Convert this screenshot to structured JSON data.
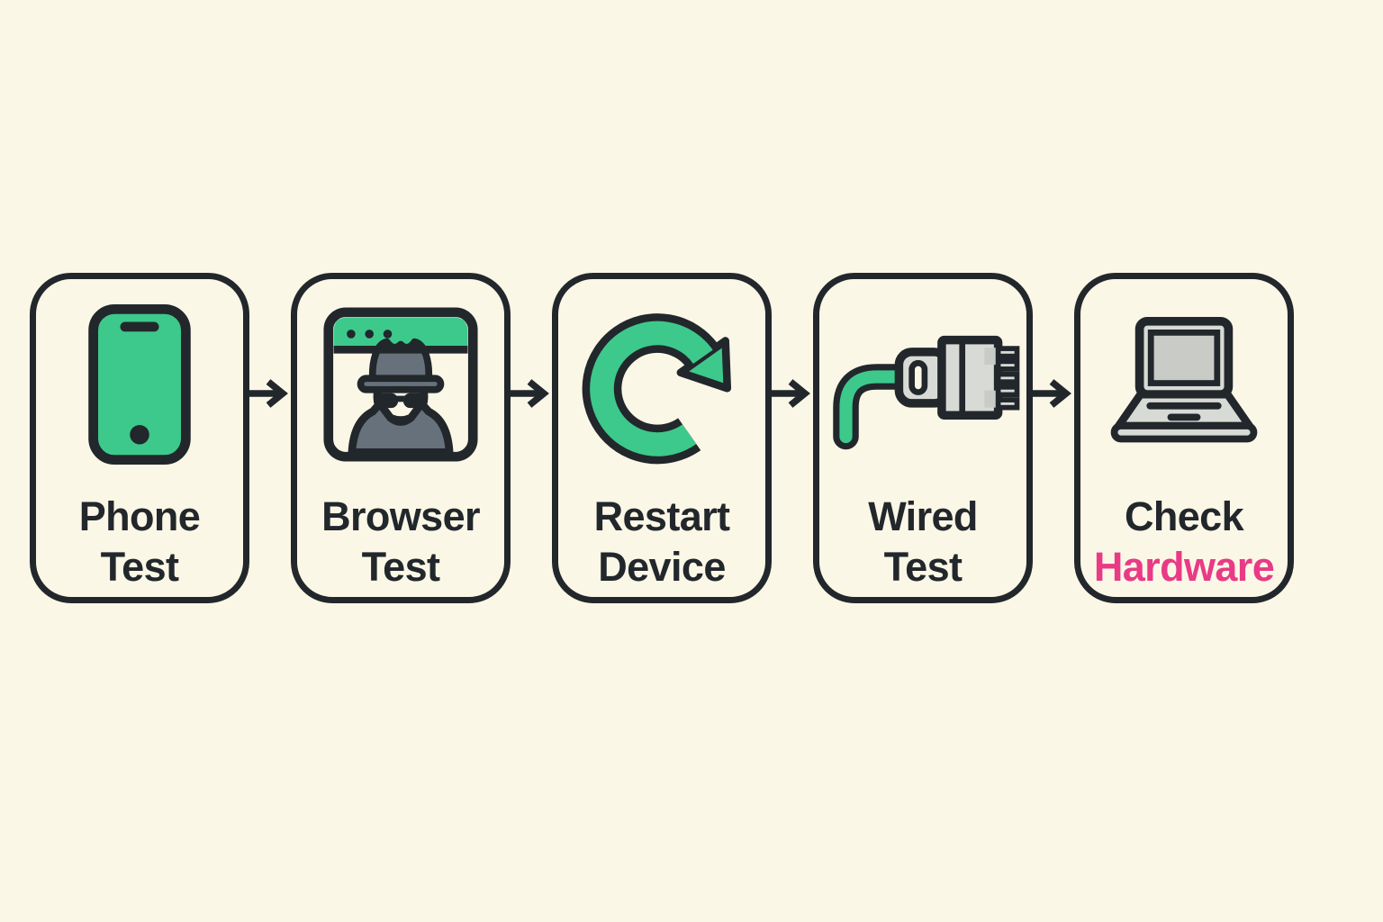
{
  "diagram": {
    "type": "flowchart",
    "direction": "left-to-right",
    "colors": {
      "background": "#FBF7E6",
      "outline": "#22272C",
      "accent_green": "#3DC98B",
      "alert_pink": "#E93A86"
    },
    "steps": [
      {
        "id": "phone-test",
        "line1": "Phone",
        "line2": "Test",
        "line2_color": "#22272C",
        "icon": "smartphone-icon"
      },
      {
        "id": "browser-test",
        "line1": "Browser",
        "line2": "Test",
        "line2_color": "#22272C",
        "icon": "incognito-browser-icon"
      },
      {
        "id": "restart-device",
        "line1": "Restart",
        "line2": "Device",
        "line2_color": "#22272C",
        "icon": "restart-arrow-icon"
      },
      {
        "id": "wired-test",
        "line1": "Wired",
        "line2": "Test",
        "line2_color": "#22272C",
        "icon": "ethernet-plug-icon"
      },
      {
        "id": "check-hardware",
        "line1": "Check",
        "line2": "Hardware",
        "line2_color": "#E93A86",
        "icon": "laptop-icon"
      }
    ],
    "connectors": [
      {
        "type": "arrow-right"
      },
      {
        "type": "arrow-right"
      },
      {
        "type": "arrow-right"
      },
      {
        "type": "arrow-right"
      }
    ]
  }
}
